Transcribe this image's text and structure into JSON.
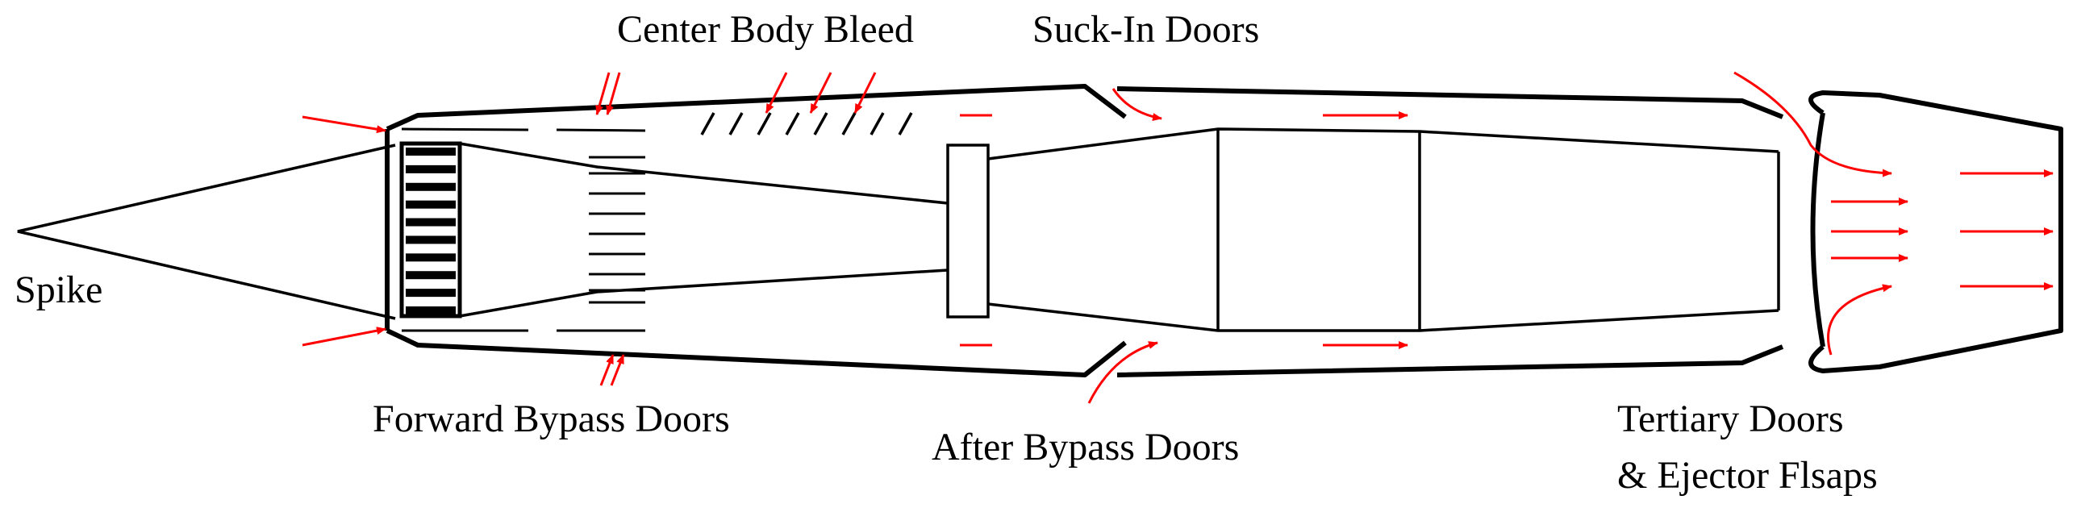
{
  "labels": {
    "spike": "Spike",
    "center_body_bleed": "Center Body Bleed",
    "suck_in_doors": "Suck-In Doors",
    "forward_bypass_doors": "Forward Bypass Doors",
    "after_bypass_doors": "After Bypass Doors",
    "tertiary_line1": "Tertiary Doors",
    "tertiary_line2": "& Ejector Flsaps"
  },
  "colors": {
    "outline": "#000000",
    "flow_arrows": "#ff0000",
    "background": "#ffffff"
  }
}
